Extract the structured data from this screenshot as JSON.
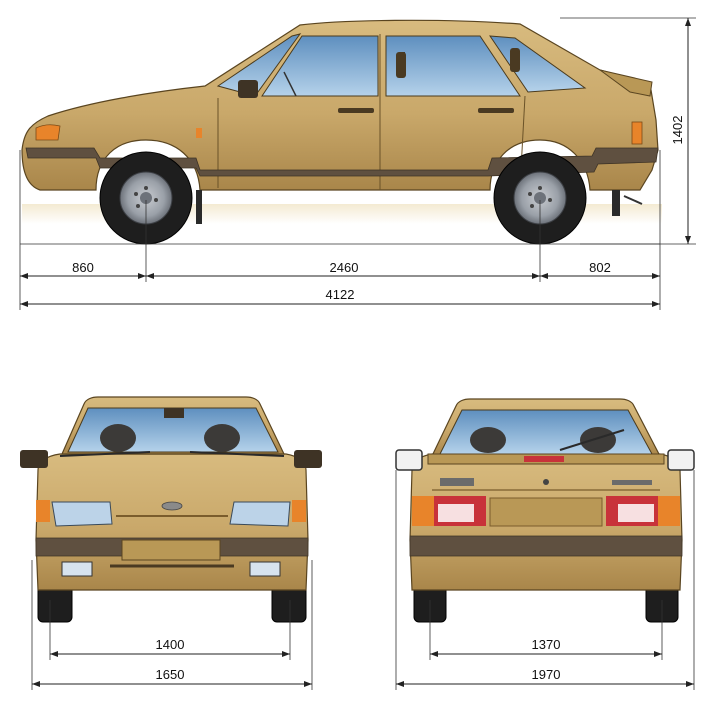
{
  "dimensions": {
    "side_front_overhang": "860",
    "side_wheelbase": "2460",
    "side_rear_overhang": "802",
    "side_overall_length": "4122",
    "side_height": "1402",
    "front_track": "1400",
    "front_width": "1650",
    "rear_track": "1370",
    "rear_width_with_mirrors": "1970"
  },
  "colors": {
    "body": "#c9a86a",
    "body_shade": "#a9864a",
    "trim": "#5f5040",
    "glass": "#8fb6d8",
    "taillight": "#c8323a",
    "indicator": "#e8842a"
  }
}
